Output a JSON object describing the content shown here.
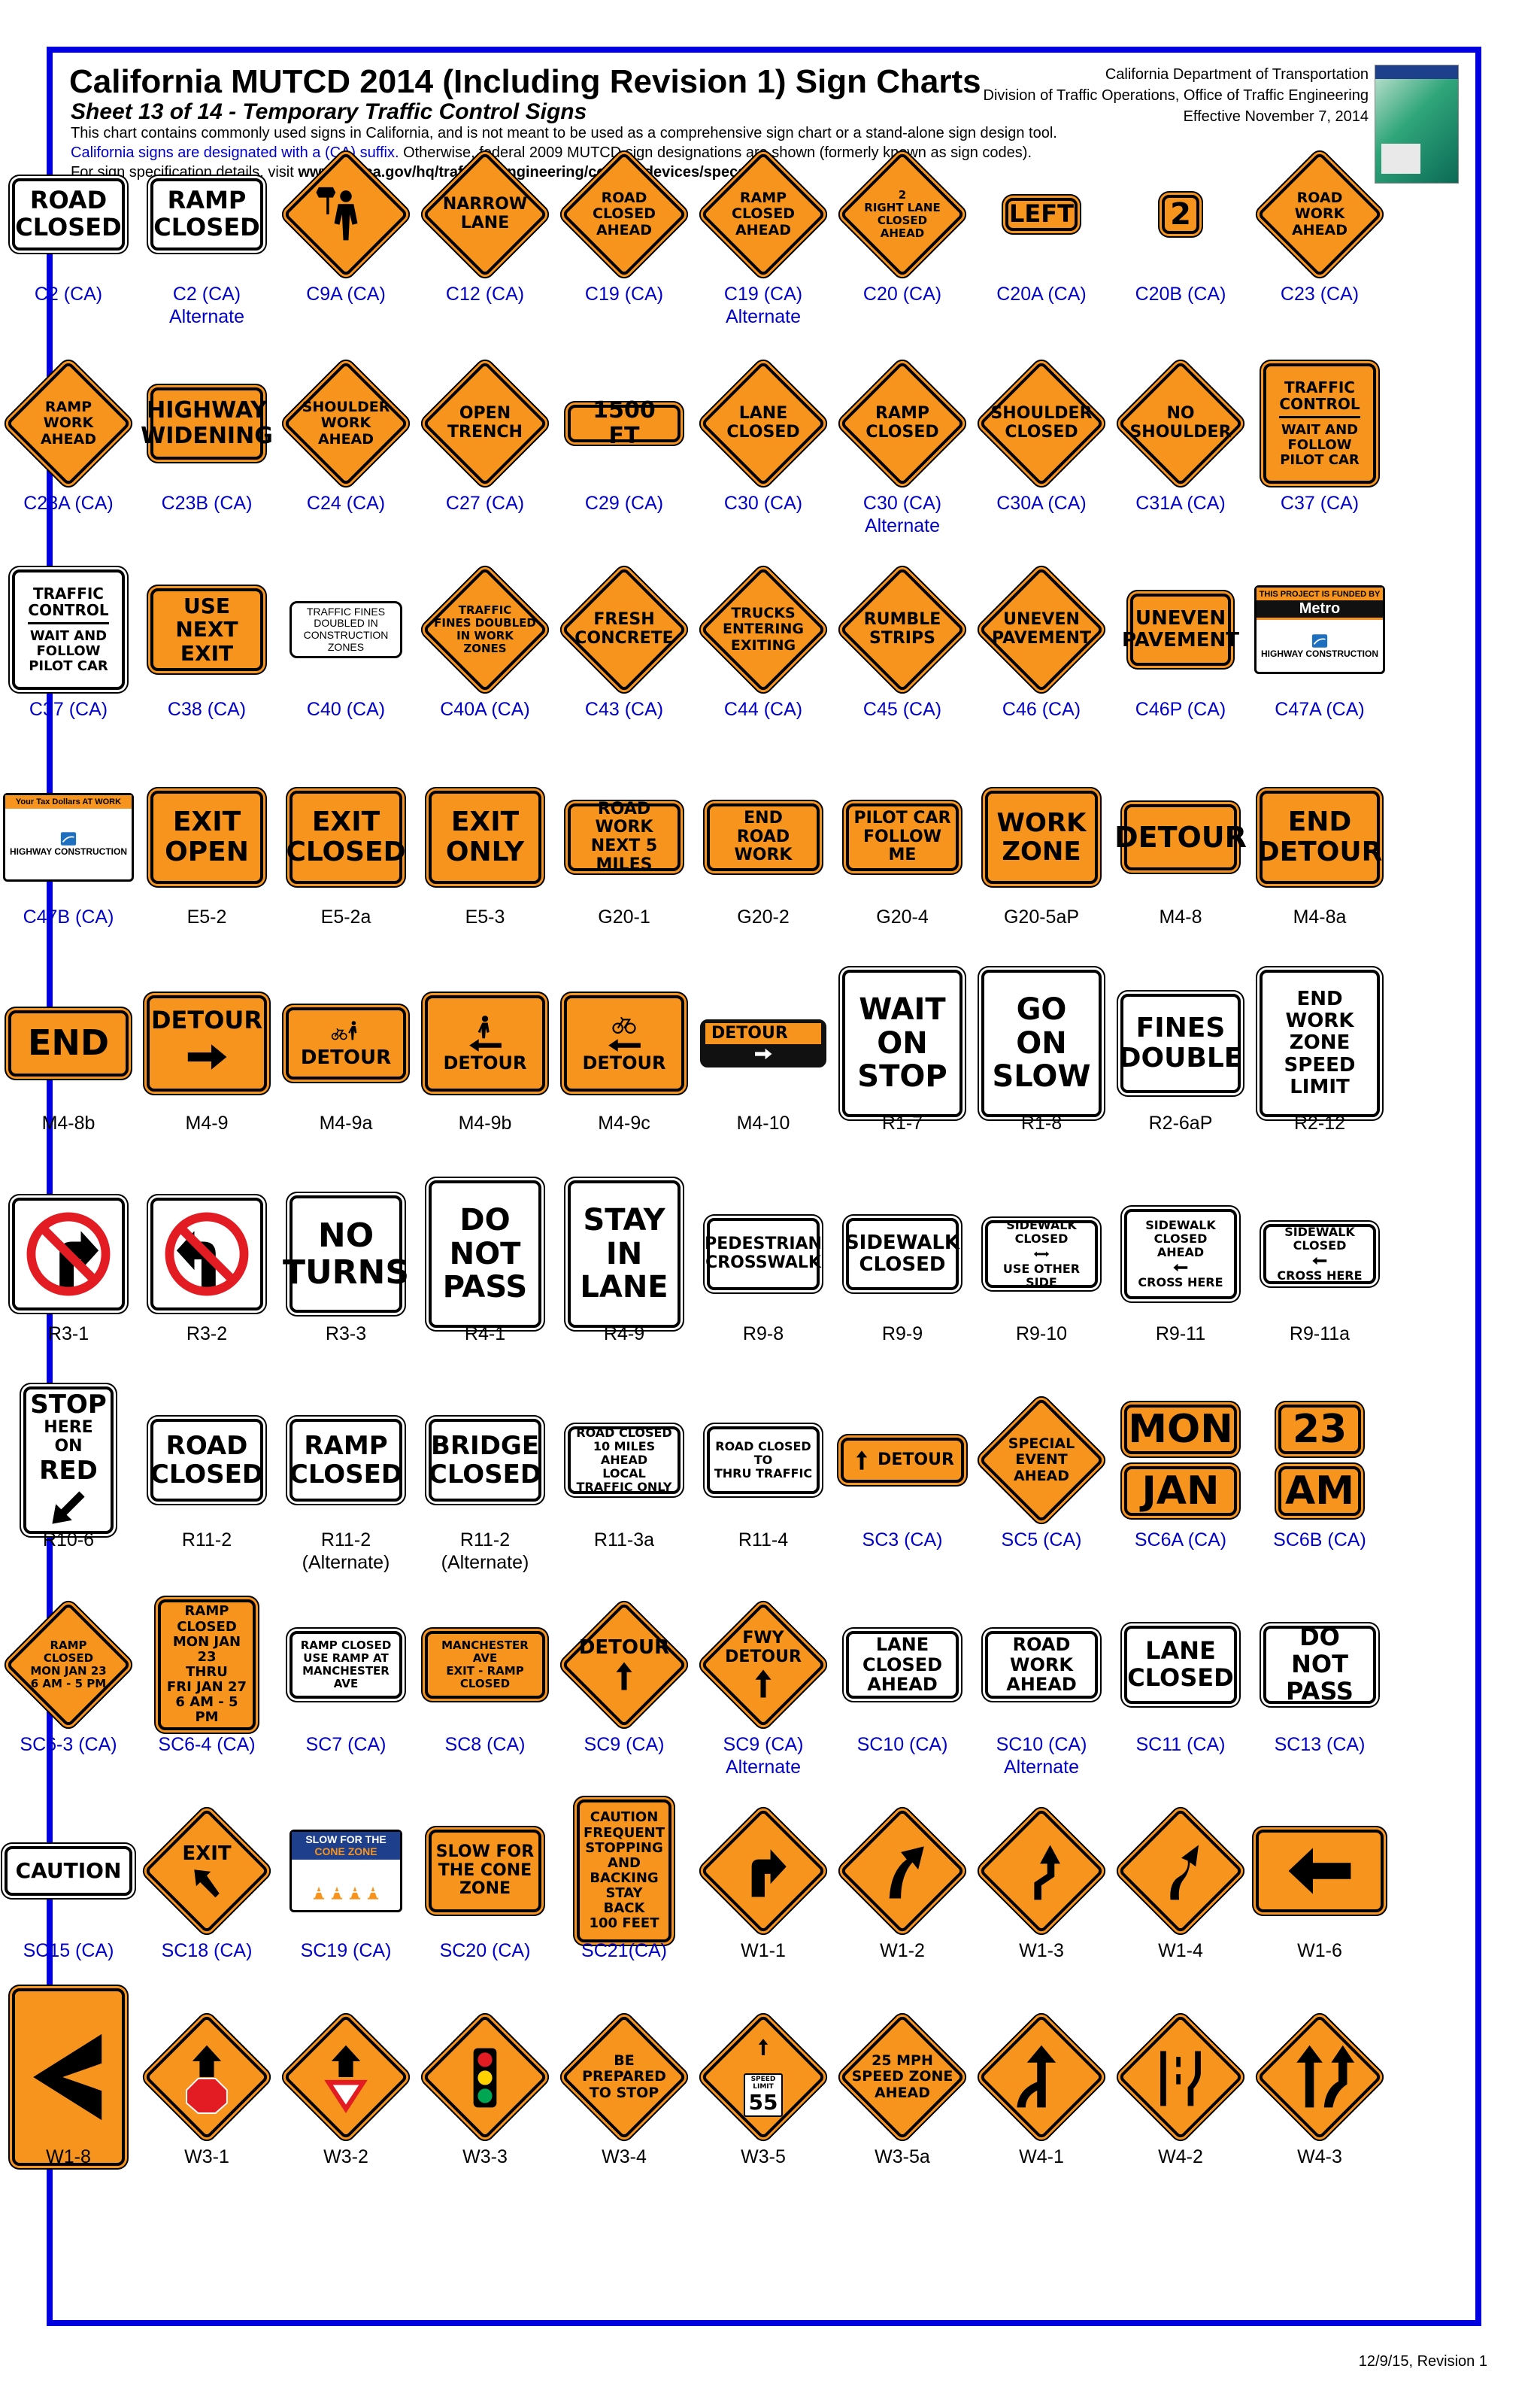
{
  "header": {
    "title": "California MUTCD 2014 (Including Revision 1) Sign Charts",
    "subtitle": "Sheet 13 of 14 - Temporary Traffic Control Signs",
    "line1": "This chart contains commonly used signs in California, and is not meant to be used as a comprehensive sign chart or a stand-alone sign design tool.",
    "line2_blue": "California signs are designated with a (CA) suffix.",
    "line2_black": " Otherwise, federal 2009 MUTCD sign designations are shown (formerly known as sign codes).",
    "line3_pre": "For sign specification details, visit ",
    "line3_url": "www.dot.ca.gov/hq/traffops/engineering/control-devices/specs.htm",
    "line3_post": ".",
    "org1": "California Department of Transportation",
    "org2": "Division of Traffic Operations, Office of Traffic Engineering",
    "org3": "Effective November 7, 2014"
  },
  "colors": {
    "border": "#0000e0",
    "ca_code": "#0000c8",
    "sign_orange": "#f7941d",
    "black": "#000000"
  },
  "footer": "12/9/15, Revision 1",
  "signs": [
    {
      "code": "C2 (CA)",
      "ca": true,
      "kind": "rect",
      "style": "wh",
      "lines": [
        "ROAD",
        "CLOSED"
      ]
    },
    {
      "code": "C2 (CA)",
      "sub": "Alternate",
      "ca": true,
      "kind": "rect",
      "style": "wh",
      "lines": [
        "RAMP",
        "CLOSED"
      ]
    },
    {
      "code": "C9A (CA)",
      "ca": true,
      "kind": "diamond",
      "icon": "flagger-icon"
    },
    {
      "code": "C12 (CA)",
      "ca": true,
      "kind": "diamond",
      "lines": [
        "NARROW",
        "LANE"
      ]
    },
    {
      "code": "C19 (CA)",
      "ca": true,
      "kind": "diamond",
      "lines": [
        "ROAD",
        "CLOSED",
        "AHEAD"
      ]
    },
    {
      "code": "C19 (CA)",
      "sub": "Alternate",
      "ca": true,
      "kind": "diamond",
      "lines": [
        "RAMP",
        "CLOSED",
        "AHEAD"
      ]
    },
    {
      "code": "C20 (CA)",
      "ca": true,
      "kind": "diamond",
      "lines": [
        "2",
        "RIGHT LANE",
        "CLOSED",
        "AHEAD"
      ]
    },
    {
      "code": "C20A (CA)",
      "ca": true,
      "kind": "rect",
      "style": "or",
      "lines": [
        "LEFT"
      ]
    },
    {
      "code": "C20B (CA)",
      "ca": true,
      "kind": "rect",
      "style": "or",
      "lines": [
        "2"
      ]
    },
    {
      "code": "C23 (CA)",
      "ca": true,
      "kind": "diamond",
      "lines": [
        "ROAD",
        "WORK",
        "AHEAD"
      ]
    },
    {
      "code": "C23A (CA)",
      "ca": true,
      "kind": "diamond",
      "lines": [
        "RAMP",
        "WORK",
        "AHEAD"
      ]
    },
    {
      "code": "C23B (CA)",
      "ca": true,
      "kind": "rect",
      "style": "or",
      "lines": [
        "HIGHWAY",
        "WIDENING"
      ]
    },
    {
      "code": "C24 (CA)",
      "ca": true,
      "kind": "diamond",
      "lines": [
        "SHOULDER",
        "WORK",
        "AHEAD"
      ]
    },
    {
      "code": "C27 (CA)",
      "ca": true,
      "kind": "diamond",
      "lines": [
        "OPEN",
        "TRENCH"
      ]
    },
    {
      "code": "C29 (CA)",
      "ca": true,
      "kind": "rect",
      "style": "or",
      "lines": [
        "1500 FT"
      ]
    },
    {
      "code": "C30 (CA)",
      "ca": true,
      "kind": "diamond",
      "lines": [
        "LANE",
        "CLOSED"
      ]
    },
    {
      "code": "C30 (CA)",
      "sub": "Alternate",
      "ca": true,
      "kind": "diamond",
      "lines": [
        "RAMP",
        "CLOSED"
      ]
    },
    {
      "code": "C30A (CA)",
      "ca": true,
      "kind": "diamond",
      "lines": [
        "SHOULDER",
        "CLOSED"
      ]
    },
    {
      "code": "C31A (CA)",
      "ca": true,
      "kind": "diamond",
      "lines": [
        "NO",
        "SHOULDER"
      ]
    },
    {
      "code": "C37 (CA)",
      "ca": true,
      "kind": "rect",
      "style": "or",
      "lines": [
        "TRAFFIC",
        "CONTROL",
        "WAIT AND",
        "FOLLOW",
        "PILOT CAR"
      ]
    },
    {
      "code": "C37 (CA)",
      "ca": true,
      "kind": "rect",
      "style": "wh",
      "lines": [
        "TRAFFIC",
        "CONTROL",
        "WAIT AND",
        "FOLLOW",
        "PILOT CAR"
      ]
    },
    {
      "code": "C38 (CA)",
      "ca": true,
      "kind": "rect",
      "style": "or",
      "lines": [
        "USE NEXT",
        "EXIT"
      ]
    },
    {
      "code": "C40 (CA)",
      "ca": true,
      "kind": "rect",
      "style": "plain",
      "lines": [
        "TRAFFIC FINES",
        "DOUBLED IN",
        "CONSTRUCTION ZONES"
      ]
    },
    {
      "code": "C40A (CA)",
      "ca": true,
      "kind": "diamond",
      "lines": [
        "TRAFFIC",
        "FINES DOUBLED",
        "IN WORK",
        "ZONES"
      ]
    },
    {
      "code": "C43 (CA)",
      "ca": true,
      "kind": "diamond",
      "lines": [
        "FRESH",
        "CONCRETE"
      ]
    },
    {
      "code": "C44 (CA)",
      "ca": true,
      "kind": "diamond",
      "lines": [
        "TRUCKS",
        "ENTERING",
        "EXITING"
      ]
    },
    {
      "code": "C45 (CA)",
      "ca": true,
      "kind": "diamond",
      "lines": [
        "RUMBLE",
        "STRIPS"
      ]
    },
    {
      "code": "C46 (CA)",
      "ca": true,
      "kind": "diamond",
      "lines": [
        "UNEVEN",
        "PAVEMENT"
      ]
    },
    {
      "code": "C46P (CA)",
      "ca": true,
      "kind": "rect",
      "style": "or",
      "lines": [
        "UNEVEN",
        "PAVEMENT"
      ]
    },
    {
      "code": "C47A (CA)",
      "ca": true,
      "kind": "funding",
      "title": "THIS PROJECT IS FUNDED BY",
      "brand": "Metro",
      "lines": [
        "HIGHWAY CONSTRUCTION"
      ]
    },
    {
      "code": "C47B (CA)",
      "ca": true,
      "kind": "funding",
      "title": "Your Tax Dollars AT WORK",
      "brand": "",
      "lines": [
        "HIGHWAY CONSTRUCTION"
      ]
    },
    {
      "code": "E5-2",
      "ca": false,
      "kind": "rect",
      "style": "or",
      "lines": [
        "EXIT",
        "OPEN"
      ]
    },
    {
      "code": "E5-2a",
      "ca": false,
      "kind": "rect",
      "style": "or",
      "lines": [
        "EXIT",
        "CLOSED"
      ]
    },
    {
      "code": "E5-3",
      "ca": false,
      "kind": "rect",
      "style": "or",
      "lines": [
        "EXIT",
        "ONLY"
      ]
    },
    {
      "code": "G20-1",
      "ca": false,
      "kind": "rect",
      "style": "or",
      "lines": [
        "ROAD WORK",
        "NEXT 5 MILES"
      ]
    },
    {
      "code": "G20-2",
      "ca": false,
      "kind": "rect",
      "style": "or",
      "lines": [
        "END",
        "ROAD WORK"
      ]
    },
    {
      "code": "G20-4",
      "ca": false,
      "kind": "rect",
      "style": "or",
      "lines": [
        "PILOT CAR",
        "FOLLOW ME"
      ]
    },
    {
      "code": "G20-5aP",
      "ca": false,
      "kind": "rect",
      "style": "or",
      "lines": [
        "WORK",
        "ZONE"
      ]
    },
    {
      "code": "M4-8",
      "ca": false,
      "kind": "rect",
      "style": "or",
      "lines": [
        "DETOUR"
      ]
    },
    {
      "code": "M4-8a",
      "ca": false,
      "kind": "rect",
      "style": "or",
      "lines": [
        "END",
        "DETOUR"
      ]
    },
    {
      "code": "M4-8b",
      "ca": false,
      "kind": "rect",
      "style": "or",
      "lines": [
        "END"
      ]
    },
    {
      "code": "M4-9",
      "ca": false,
      "kind": "rect",
      "style": "or",
      "lines": [
        "DETOUR"
      ],
      "icon": "arrow-right-icon"
    },
    {
      "code": "M4-9a",
      "ca": false,
      "kind": "rect",
      "style": "or",
      "lines": [
        "DETOUR"
      ],
      "icon": "bike-ped-icon"
    },
    {
      "code": "M4-9b",
      "ca": false,
      "kind": "rect",
      "style": "or",
      "lines": [
        "DETOUR"
      ],
      "icon": "ped-arrow-left-icon"
    },
    {
      "code": "M4-9c",
      "ca": false,
      "kind": "rect",
      "style": "or",
      "lines": [
        "DETOUR"
      ],
      "icon": "bike-arrow-left-icon"
    },
    {
      "code": "M4-10",
      "ca": false,
      "kind": "rect",
      "style": "bk",
      "lines": [
        "DETOUR"
      ],
      "icon": "arrow-right-icon"
    },
    {
      "code": "R1-7",
      "ca": false,
      "kind": "rect",
      "style": "wh",
      "lines": [
        "WAIT",
        "ON",
        "STOP"
      ]
    },
    {
      "code": "R1-8",
      "ca": false,
      "kind": "rect",
      "style": "wh",
      "lines": [
        "GO",
        "ON",
        "SLOW"
      ]
    },
    {
      "code": "R2-6aP",
      "ca": false,
      "kind": "rect",
      "style": "wh",
      "lines": [
        "FINES",
        "DOUBLE"
      ]
    },
    {
      "code": "R2-12",
      "ca": false,
      "kind": "rect",
      "style": "wh",
      "lines": [
        "END",
        "WORK",
        "ZONE",
        "SPEED",
        "LIMIT"
      ]
    },
    {
      "code": "R3-1",
      "ca": false,
      "kind": "rect",
      "style": "wh",
      "lines": [],
      "icon": "no-right-turn-icon"
    },
    {
      "code": "R3-2",
      "ca": false,
      "kind": "rect",
      "style": "wh",
      "lines": [],
      "icon": "no-left-turn-icon"
    },
    {
      "code": "R3-3",
      "ca": false,
      "kind": "rect",
      "style": "wh",
      "lines": [
        "NO",
        "TURNS"
      ]
    },
    {
      "code": "R4-1",
      "ca": false,
      "kind": "rect",
      "style": "wh",
      "lines": [
        "DO",
        "NOT",
        "PASS"
      ]
    },
    {
      "code": "R4-9",
      "ca": false,
      "kind": "rect",
      "style": "wh",
      "lines": [
        "STAY",
        "IN",
        "LANE"
      ]
    },
    {
      "code": "R9-8",
      "ca": false,
      "kind": "rect",
      "style": "wh",
      "lines": [
        "PEDESTRIAN",
        "CROSSWALK"
      ]
    },
    {
      "code": "R9-9",
      "ca": false,
      "kind": "rect",
      "style": "wh",
      "lines": [
        "SIDEWALK",
        "CLOSED"
      ]
    },
    {
      "code": "R9-10",
      "ca": false,
      "kind": "rect",
      "style": "wh",
      "lines": [
        "SIDEWALK CLOSED",
        "USE OTHER SIDE"
      ],
      "icon": "double-arrow-icon"
    },
    {
      "code": "R9-11",
      "ca": false,
      "kind": "rect",
      "style": "wh",
      "lines": [
        "SIDEWALK CLOSED",
        "AHEAD",
        "CROSS HERE"
      ],
      "icon": "arrow-left-icon"
    },
    {
      "code": "R9-11a",
      "ca": false,
      "kind": "rect",
      "style": "wh",
      "lines": [
        "SIDEWALK CLOSED",
        "CROSS HERE"
      ],
      "icon": "arrow-left-icon"
    },
    {
      "code": "R10-6",
      "ca": false,
      "kind": "rect",
      "style": "wh",
      "lines": [
        "STOP",
        "HERE ON",
        "RED"
      ],
      "icon": "arrow-down-left-icon"
    },
    {
      "code": "R11-2",
      "ca": false,
      "kind": "rect",
      "style": "wh",
      "lines": [
        "ROAD",
        "CLOSED"
      ]
    },
    {
      "code": "R11-2",
      "sub": "(Alternate)",
      "ca": false,
      "kind": "rect",
      "style": "wh",
      "lines": [
        "RAMP",
        "CLOSED"
      ]
    },
    {
      "code": "R11-2",
      "sub": "(Alternate)",
      "ca": false,
      "kind": "rect",
      "style": "wh",
      "lines": [
        "BRIDGE",
        "CLOSED"
      ]
    },
    {
      "code": "R11-3a",
      "ca": false,
      "kind": "rect",
      "style": "wh",
      "lines": [
        "ROAD CLOSED",
        "10 MILES AHEAD",
        "LOCAL TRAFFIC ONLY"
      ]
    },
    {
      "code": "R11-4",
      "ca": false,
      "kind": "rect",
      "style": "wh",
      "lines": [
        "ROAD  CLOSED",
        "TO",
        "THRU  TRAFFIC"
      ]
    },
    {
      "code": "SC3 (CA)",
      "ca": true,
      "kind": "rect",
      "style": "or",
      "lines": [
        "DETOUR"
      ],
      "icon": "arrow-up-icon"
    },
    {
      "code": "SC5 (CA)",
      "ca": true,
      "kind": "diamond",
      "lines": [
        "SPECIAL",
        "EVENT",
        "AHEAD"
      ]
    },
    {
      "code": "SC6A (CA)",
      "ca": true,
      "kind": "rect-pair",
      "style": "or",
      "lines": [
        "MON",
        "JAN"
      ]
    },
    {
      "code": "SC6B (CA)",
      "ca": true,
      "kind": "rect-pair",
      "style": "or",
      "lines": [
        "23",
        "AM"
      ]
    },
    {
      "code": "SC6-3 (CA)",
      "ca": true,
      "kind": "diamond",
      "lines": [
        "RAMP",
        "CLOSED",
        "MON  JAN 23",
        "6 AM - 5 PM"
      ]
    },
    {
      "code": "SC6-4 (CA)",
      "ca": true,
      "kind": "rect",
      "style": "or",
      "lines": [
        "RAMP",
        "CLOSED",
        "MON  JAN  23",
        "THRU",
        "FRI  JAN  27",
        "6 AM - 5 PM"
      ]
    },
    {
      "code": "SC7 (CA)",
      "ca": true,
      "kind": "rect",
      "style": "wh",
      "lines": [
        "RAMP CLOSED",
        "USE RAMP AT",
        "MANCHESTER AVE"
      ]
    },
    {
      "code": "SC8 (CA)",
      "ca": true,
      "kind": "rect",
      "style": "or",
      "lines": [
        "MANCHESTER AVE",
        "EXIT - RAMP",
        "CLOSED"
      ]
    },
    {
      "code": "SC9 (CA)",
      "ca": true,
      "kind": "diamond",
      "lines": [
        "DETOUR"
      ],
      "icon": "arrow-up-icon"
    },
    {
      "code": "SC9 (CA)",
      "sub": "Alternate",
      "ca": true,
      "kind": "diamond",
      "lines": [
        "FWY",
        "DETOUR"
      ],
      "icon": "arrow-up-icon"
    },
    {
      "code": "SC10 (CA)",
      "ca": true,
      "kind": "rect",
      "style": "wh",
      "lines": [
        "LANE CLOSED",
        "AHEAD"
      ]
    },
    {
      "code": "SC10 (CA)",
      "sub": "Alternate",
      "ca": true,
      "kind": "rect",
      "style": "wh",
      "lines": [
        "ROAD WORK",
        "AHEAD"
      ]
    },
    {
      "code": "SC11 (CA)",
      "ca": true,
      "kind": "rect",
      "style": "wh",
      "lines": [
        "LANE",
        "CLOSED"
      ]
    },
    {
      "code": "SC13 (CA)",
      "ca": true,
      "kind": "rect",
      "style": "wh",
      "lines": [
        "DO NOT",
        "PASS"
      ]
    },
    {
      "code": "SC15 (CA)",
      "ca": true,
      "kind": "rect",
      "style": "wh",
      "lines": [
        "CAUTION"
      ]
    },
    {
      "code": "SC18 (CA)",
      "ca": true,
      "kind": "diamond",
      "lines": [
        "EXIT"
      ],
      "icon": "arrow-up-left-icon"
    },
    {
      "code": "SC19 (CA)",
      "ca": true,
      "kind": "cone",
      "lines": [
        "SLOW FOR THE",
        "CONE ZONE"
      ]
    },
    {
      "code": "SC20 (CA)",
      "ca": true,
      "kind": "rect",
      "style": "or",
      "lines": [
        "SLOW  FOR",
        "THE  CONE",
        "ZONE"
      ]
    },
    {
      "code": "SC21(CA)",
      "ca": true,
      "kind": "rect",
      "style": "or",
      "lines": [
        "CAUTION",
        "FREQUENT",
        "STOPPING",
        "AND",
        "BACKING",
        "STAY  BACK",
        "100  FEET"
      ]
    },
    {
      "code": "W1-1",
      "ca": false,
      "kind": "diamond",
      "icon": "turn-right-icon"
    },
    {
      "code": "W1-2",
      "ca": false,
      "kind": "diamond",
      "icon": "curve-right-icon"
    },
    {
      "code": "W1-3",
      "ca": false,
      "kind": "diamond",
      "icon": "reverse-turn-icon"
    },
    {
      "code": "W1-4",
      "ca": false,
      "kind": "diamond",
      "icon": "reverse-curve-icon"
    },
    {
      "code": "W1-6",
      "ca": false,
      "kind": "rect",
      "style": "or",
      "lines": [],
      "icon": "large-arrow-left-icon"
    },
    {
      "code": "W1-8",
      "ca": false,
      "kind": "rect",
      "style": "or",
      "lines": [],
      "icon": "chevron-left-icon"
    },
    {
      "code": "W3-1",
      "ca": false,
      "kind": "diamond",
      "icon": "stop-ahead-icon"
    },
    {
      "code": "W3-2",
      "ca": false,
      "kind": "diamond",
      "icon": "yield-ahead-icon"
    },
    {
      "code": "W3-3",
      "ca": false,
      "kind": "diamond",
      "icon": "signal-ahead-icon"
    },
    {
      "code": "W3-4",
      "ca": false,
      "kind": "diamond",
      "lines": [
        "BE",
        "PREPARED",
        "TO STOP"
      ]
    },
    {
      "code": "W3-5",
      "ca": false,
      "kind": "diamond",
      "lines": [
        "SPEED",
        "LIMIT",
        "55"
      ],
      "icon": "speed-limit-icon"
    },
    {
      "code": "W3-5a",
      "ca": false,
      "kind": "diamond",
      "lines": [
        "25 MPH",
        "SPEED ZONE",
        "AHEAD"
      ]
    },
    {
      "code": "W4-1",
      "ca": false,
      "kind": "diamond",
      "icon": "merge-icon"
    },
    {
      "code": "W4-2",
      "ca": false,
      "kind": "diamond",
      "icon": "lane-ends-icon"
    },
    {
      "code": "W4-3",
      "ca": false,
      "kind": "diamond",
      "icon": "added-lane-icon"
    }
  ]
}
